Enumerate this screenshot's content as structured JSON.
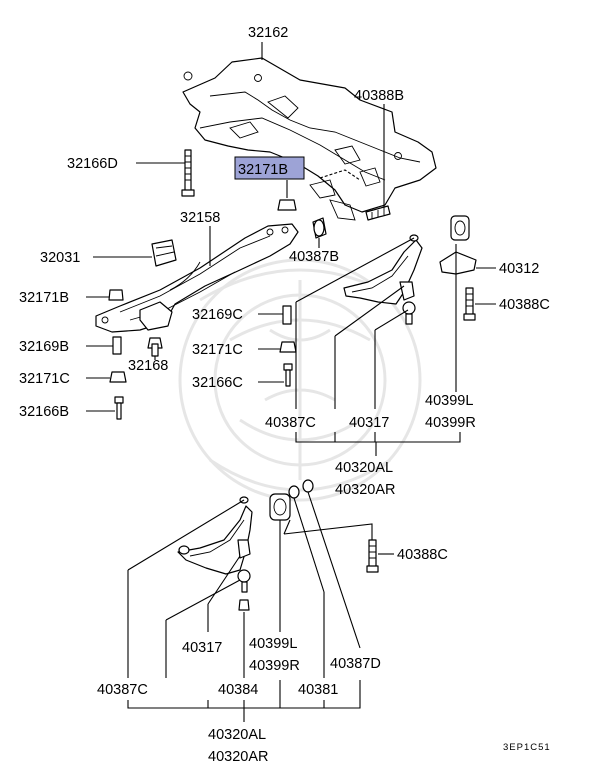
{
  "labels": {
    "l32162": "32162",
    "l40388B": "40388B",
    "l32166D": "32166D",
    "l32171B_hl": "32171B",
    "l32158": "32158",
    "l40387B": "40387B",
    "l32031": "32031",
    "l40312": "40312",
    "l32171B": "32171B",
    "l40388C_top": "40388C",
    "l32169C": "32169C",
    "l32169B": "32169B",
    "l32168": "32168",
    "l32171C_mid": "32171C",
    "l32171C_left": "32171C",
    "l32166C": "32166C",
    "l32166B": "32166B",
    "l40399L_top": "40399L",
    "l40399R_top": "40399R",
    "l40387C_top": "40387C",
    "l40317_top": "40317",
    "l40320AL_top": "40320AL",
    "l40320AR_top": "40320AR",
    "l40388C_bot": "40388C",
    "l40317_bot": "40317",
    "l40399L_bot": "40399L",
    "l40399R_bot": "40399R",
    "l40387D": "40387D",
    "l40387C_bot": "40387C",
    "l40384": "40384",
    "l40381": "40381",
    "l40320AL_bot": "40320AL",
    "l40320AR_bot": "40320AR",
    "code": "3EP1C51"
  },
  "colors": {
    "highlight": "#9da3d6",
    "line": "#000000",
    "watermark": "#e4e4e4"
  }
}
